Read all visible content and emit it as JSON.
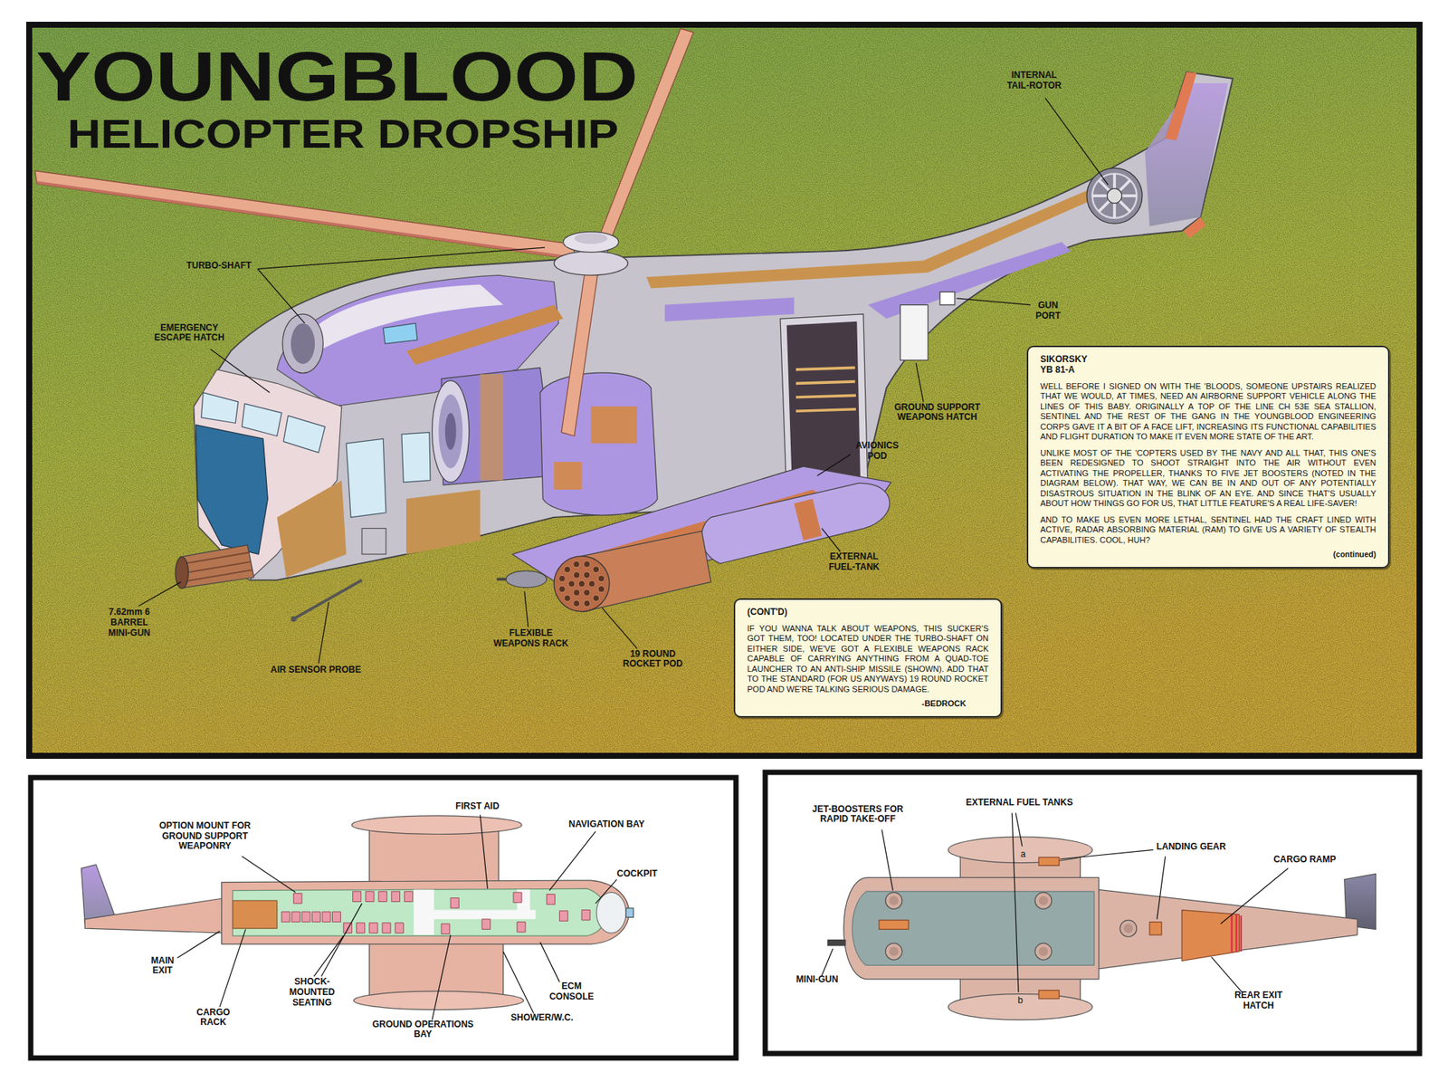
{
  "diagram": {
    "title": "YOUNGBLOOD",
    "nodes": [
      {
        "text": [
          "SIKORSKY YB 81-A",
          "WELL BEFORE I SIGNED ON WITH THE 'BLOODS, SOMEONE UPSTAIRS REALIZED THAT WE WOULD, AT TIMES, NEED AN AIRBORNE SUPPORT VEHICLE ALONG THE LINES OF THIS BABY. ORIGINALLY A TOP OF THE LINE CH 53E SEA STALLION, SENTINEL AND THE REST OF THE GANG IN THE YOUNGBLOOD ENGINEERING CORPS GAVE IT A BIT OF A FACE LIFT, INCREASING ITS FUNCTIONAL CAPABILITIES AND FLIGHT DURATION TO MAKE IT EVEN MORE STATE OF THE ART.",
          "UNLIKE MOST OF THE 'COPTERS USED BY THE NAVY AND ALL THAT, THIS ONE'S BEEN REDESIGNED TO SHOOT STRAIGHT INTO THE AIR WITHOUT EVEN ACTIVATING THE PROPELLER, THANKS TO FIVE JET BOOSTERS (NOTED IN THE DIAGRAM BELOW). THAT WAY, WE CAN BE IN AND OUT OF ANY POTENTIALLY DISASTROUS SITUATION IN THE BLINK OF AN EYE. AND SINCE THAT'S USUALLY ABOUT HOW THINGS GO FOR US, THAT LITTLE FEATURE'S A REAL LIFE-SAVER!",
          "AND TO MAKE US EVEN MORE LETHAL, SENTINEL HAD THE CRAFT LINED WITH ACTIVE, RADAR ABSORBING MATERIAL (RAM) TO GIVE US A VARIETY OF STEALTH CAPABILITIES. COOL, HUH?",
          "(continued)"
        ]
      },
      {
        "text": [
          "(CONT'D)",
          "IF YOU WANNA TALK ABOUT WEAPONS, THIS SUCKER'S GOT THEM, TOO! LOCATED UNDER THE TURBO-SHAFT ON EITHER SIDE, WE'VE GOT A FLEXIBLE WEAPONS RACK CAPABLE OF CARRYING ANYTHING FROM A QUAD-TOE LAUNCHER TO AN ANTI-SHIP MISSILE (SHOWN). ADD THAT TO THE STANDARD (FOR US ANYWAYS) 19 ROUND ROCKET POD AND WE'RE TALKING SERIOUS DAMAGE.",
          "-BEDROCK"
        ]
      }
    ],
    "labels": [
      "HELICOPTER DROPSHIP",
      "INTERNAL TAIL-ROTOR",
      "TURBO-SHAFT",
      "EMERGENCY ESCAPE HATCH",
      "GUN PORT",
      "GROUND SUPPORT WEAPONS HATCH",
      "AVIONICS POD",
      "EXTERNAL FUEL-TANK",
      "7.62mm 6 BARREL MINI-GUN",
      "FLEXIBLE WEAPONS RACK",
      "19 ROUND ROCKET POD",
      "AIR SENSOR PROBE",
      "OPTION MOUNT FOR GROUND SUPPORT WEAPONRY",
      "FIRST AID",
      "NAVIGATION BAY",
      "COCKPIT",
      "MAIN EXIT",
      "SHOCK-MOUNTED SEATING",
      "ECM CONSOLE",
      "CARGO RACK",
      "GROUND OPERATIONS BAY",
      "SHOWER/W.C.",
      "EXTERNAL FUEL TANKS",
      "JET-BOOSTERS FOR RAPID TAKE-OFF",
      "LANDING GEAR",
      "CARGO RAMP",
      "a",
      "MINI-GUN",
      "b",
      "REAR EXIT HATCH"
    ]
  }
}
